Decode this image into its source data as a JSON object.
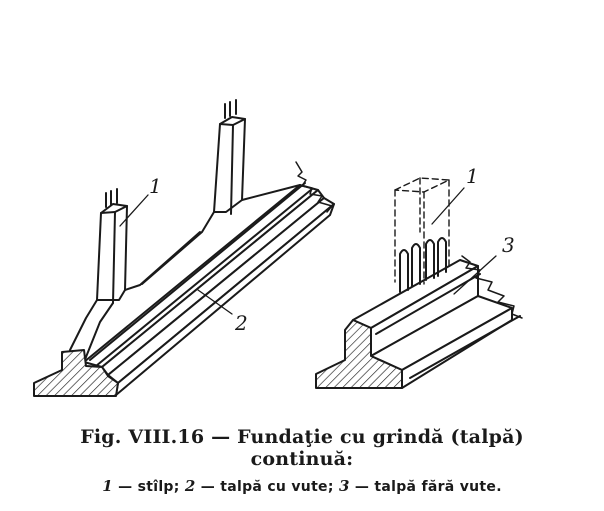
{
  "figure": {
    "callouts": {
      "left_1": "1",
      "left_2": "2",
      "right_1": "1",
      "right_3": "3"
    }
  },
  "caption": {
    "title_line1": "Fig. VIII.16 — Fundaţie cu grindă (talpă)",
    "title_line2": "continuă:",
    "legend": [
      {
        "num": "1",
        "text": "— stîlp;"
      },
      {
        "num": "2",
        "text": "— talpă cu vute;"
      },
      {
        "num": "3",
        "text": "— talpă fără vute."
      }
    ]
  }
}
